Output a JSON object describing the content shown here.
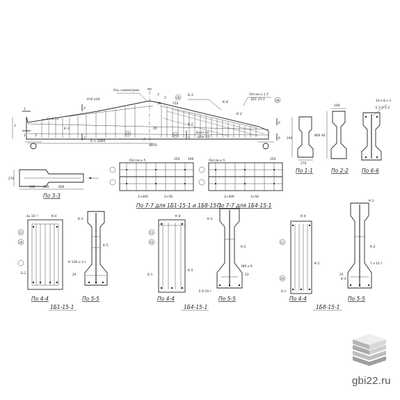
{
  "beam": {
    "axis_label": "Ось симметрии",
    "labels": [
      "6тб ⌀30",
      "L=1,12",
      "6 × 1000",
      "4850",
      "Болт ⌀5",
      "Шаг 10",
      "Петли ⌀ 1,5",
      "1Б1-15-1",
      "К-2",
      "К-3",
      "К-4",
      "К-5",
      "К-1",
      "150",
      "30",
      "20"
    ],
    "section_marks": [
      "1",
      "1",
      "2",
      "2",
      "3",
      "3",
      "5",
      "5",
      "6",
      "6",
      "7",
      "7"
    ],
    "callouts": [
      "26",
      "28",
      "25",
      "24"
    ]
  },
  "sections_top": [
    {
      "caption": "По 1-1",
      "dims": [
        "270",
        "190",
        "800"
      ]
    },
    {
      "caption": "По 2-2",
      "dims": [
        "100",
        "40"
      ]
    },
    {
      "caption": "По 6-6",
      "dims": [
        "14 ⌀ 8 ⌀ 3",
        "Е 2-2-3-2"
      ]
    }
  ],
  "middle": [
    {
      "caption": "По 3-3",
      "dims": [
        "100",
        "400",
        "600",
        "270"
      ]
    },
    {
      "caption": "По 7-7 для 1Б1-15-1 и 1Б8-15-1",
      "dims": [
        "Петля ⌀ 5",
        "2×400",
        "2×50",
        "190",
        "250"
      ]
    },
    {
      "caption": "По 7-7 для 1Б4-15-1",
      "dims": [
        "Петля ⌀ 5",
        "2×400",
        "3×50",
        "250"
      ]
    }
  ],
  "bottom_groups": [
    {
      "name": "1Б1-15-1",
      "captions": [
        "По 4-4",
        "По 5-5"
      ],
      "labels": [
        "К-4",
        "К-3",
        "К-1",
        "К-5",
        "Б-1",
        "60 ⌀ 3 т",
        "4⌀ 10 т",
        "21",
        "24",
        "26"
      ]
    },
    {
      "name": "1Б4-15-1",
      "captions": [
        "По 4-4",
        "По 5-5"
      ],
      "labels": [
        "К-4",
        "К-3",
        "К-5",
        "Б-1",
        "К-2",
        "Е 6-10 т",
        "380 ⌀ 6",
        "21",
        "25",
        "23"
      ]
    },
    {
      "name": "1Б8-15-1",
      "captions": [
        "По 4-4",
        "По 5-5"
      ],
      "labels": [
        "К-4",
        "К-3",
        "К-1",
        "К-2",
        "Б-1",
        "Б-3",
        "7 ⌀ 10 т",
        "21",
        "26",
        "25"
      ]
    }
  ],
  "watermark": {
    "text": "gbi22.ru",
    "icon": "stacked-slabs-icon"
  }
}
